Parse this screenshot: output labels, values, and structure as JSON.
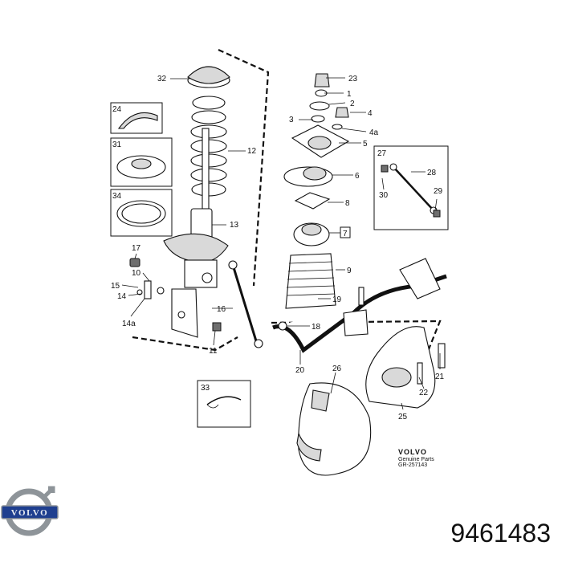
{
  "part_number": "9461483",
  "callouts": [
    "32",
    "24",
    "31",
    "34",
    "12",
    "13",
    "17",
    "10",
    "15",
    "14",
    "14a",
    "16",
    "11",
    "23",
    "1",
    "2",
    "3",
    "4",
    "4a",
    "5",
    "6",
    "8",
    "7",
    "9",
    "27",
    "28",
    "30",
    "29",
    "19",
    "18",
    "20",
    "26",
    "21",
    "22",
    "25",
    "33"
  ],
  "brand": {
    "text": "VOLVO",
    "sub": "Genuine Parts",
    "ref": "GR-257143"
  },
  "logo": {
    "text": "VOLVO",
    "color": "#1f3f8f"
  }
}
